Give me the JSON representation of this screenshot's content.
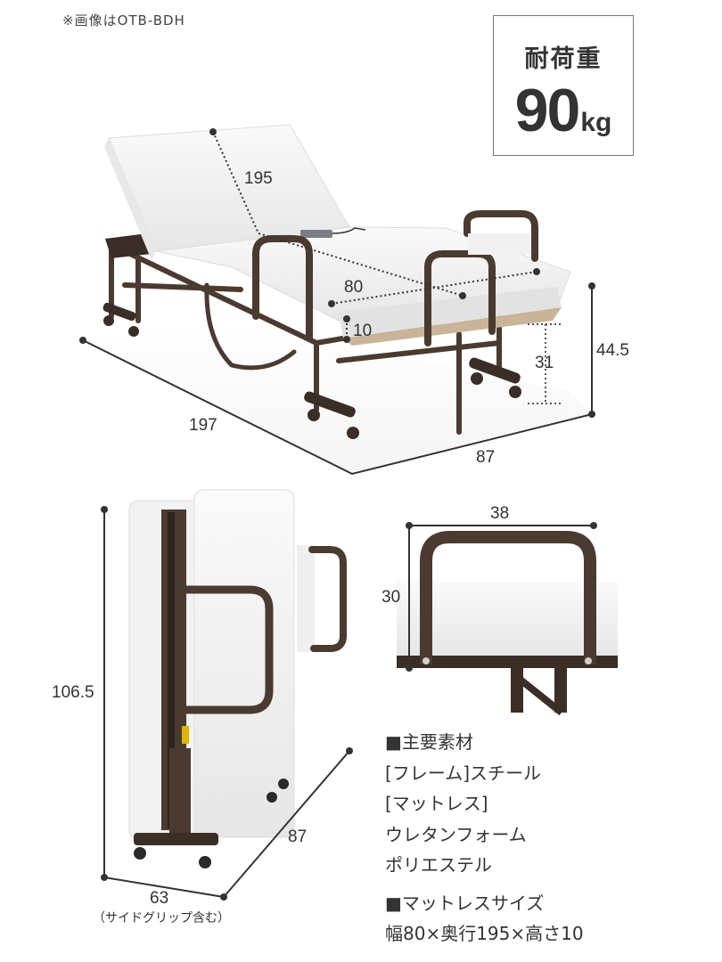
{
  "note": "※画像はOTB-BDH",
  "load_capacity": {
    "label": "耐荷重",
    "value": "90",
    "unit": "kg"
  },
  "main_view": {
    "dimensions": {
      "mattress_length": "195",
      "mattress_width": "80",
      "mattress_thickness": "10",
      "floor_to_frame": "31",
      "total_height": "44.5",
      "total_length": "197",
      "total_width": "87"
    }
  },
  "folded_view": {
    "dimensions": {
      "height": "106.5",
      "depth": "87",
      "width": "63",
      "width_note": "（サイドグリップ含む）"
    }
  },
  "grip_view": {
    "dimensions": {
      "width": "38",
      "height": "30"
    }
  },
  "colors": {
    "frame": "#4a3a30",
    "mattress": "#f4f4f4",
    "text": "#333333",
    "dim_line": "#333333"
  },
  "specs": {
    "materials_heading": "■主要素材",
    "frame_line": "[フレーム]スチール",
    "mattress_label": "[マットレス]",
    "mattress_material_1": "ウレタンフォーム",
    "mattress_material_2": "ポリエステル",
    "size_heading": "■マットレスサイズ",
    "size_value": "幅80×奥行195×高さ10"
  }
}
